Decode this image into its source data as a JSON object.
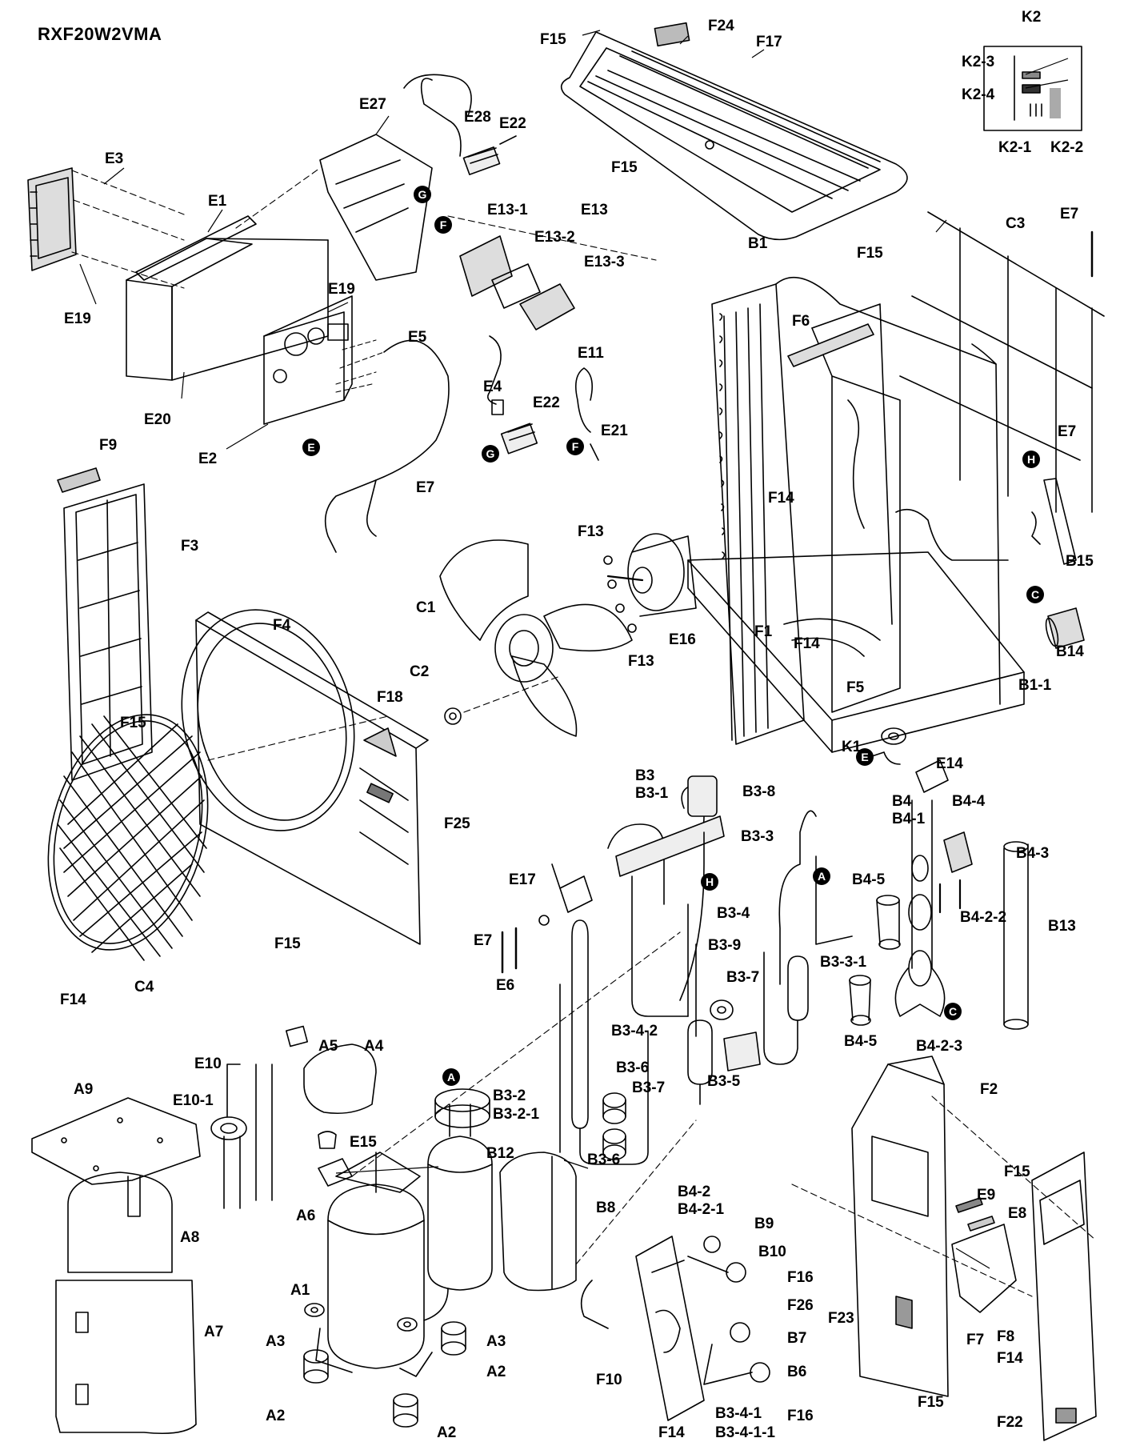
{
  "model": "RXF20W2VMA",
  "labels": {
    "F15a": "F15",
    "F24": "F24",
    "F17": "F17",
    "K2": "K2",
    "K2_3": "K2-3",
    "K2_4": "K2-4",
    "K2_1": "K2-1",
    "K2_2": "K2-2",
    "E27": "E27",
    "E28": "E28",
    "E22a": "E22",
    "E3": "E3",
    "E1": "E1",
    "E13": "E13",
    "E13_1": "E13-1",
    "E13_2": "E13-2",
    "E13_3": "E13-3",
    "E19a": "E19",
    "E19b": "E19",
    "E5": "E5",
    "E20": "E20",
    "E2": "E2",
    "E11": "E11",
    "E4": "E4",
    "E22b": "E22",
    "E21": "E21",
    "E7a": "E7",
    "F15b": "F15",
    "F15c": "F15",
    "B1": "B1",
    "C3": "C3",
    "E7b": "E7",
    "F6": "F6",
    "E7c": "E7",
    "F14a": "F14",
    "B15": "B15",
    "F9": "F9",
    "F3": "F3",
    "F13a": "F13",
    "C1": "C1",
    "E16": "E16",
    "F13b": "F13",
    "F1": "F1",
    "F14b": "F14",
    "F5": "F5",
    "B14": "B14",
    "B1_1": "B1-1",
    "K1": "K1",
    "F4": "F4",
    "F18": "F18",
    "F15d": "F15",
    "C2": "C2",
    "F25": "F25",
    "F15e": "F15",
    "F14c": "F14",
    "C4": "C4",
    "E14": "E14",
    "B3": "B3",
    "B3_1": "B3-1",
    "B3_8": "B3-8",
    "B4": "B4",
    "B4_1": "B4-1",
    "B4_4": "B4-4",
    "B3_3": "B3-3",
    "B4_3": "B4-3",
    "E17": "E17",
    "B4_5a": "B4-5",
    "B4_2_2": "B4-2-2",
    "B13": "B13",
    "B3_4": "B3-4",
    "E7d": "E7",
    "B3_9": "B3-9",
    "E6": "E6",
    "B3_3_1": "B3-3-1",
    "B3_7a": "B3-7",
    "B4_5b": "B4-5",
    "B4_2_3": "B4-2-3",
    "B3_4_2": "B3-4-2",
    "B3_5": "B3-5",
    "E10": "E10",
    "E10_1": "E10-1",
    "A5": "A5",
    "A4": "A4",
    "A9": "A9",
    "B3_6a": "B3-6",
    "B3_7b": "B3-7",
    "B3_2": "B3-2",
    "B3_2_1": "B3-2-1",
    "B12": "B12",
    "B3_6b": "B3-6",
    "E15": "E15",
    "F2": "F2",
    "F15f": "F15",
    "E9": "E9",
    "E8": "E8",
    "A6": "A6",
    "A8": "A8",
    "B8": "B8",
    "B4_2": "B4-2",
    "B4_2_1": "B4-2-1",
    "B9": "B9",
    "B10": "B10",
    "F16a": "F16",
    "A1": "A1",
    "F26": "F26",
    "F23": "F23",
    "F7": "F7",
    "F8": "F8",
    "A7": "A7",
    "A3a": "A3",
    "A3b": "A3",
    "B7": "B7",
    "F14d": "F14",
    "F10": "F10",
    "B6": "B6",
    "A2a": "A2",
    "F15g": "F15",
    "A2b": "A2",
    "F16b": "F16",
    "B3_4_1": "B3-4-1",
    "B3_4_1_1": "B3-4-1-1",
    "F14e": "F14",
    "A2c": "A2",
    "F22": "F22"
  },
  "markers": {
    "G1": "G",
    "F1m": "F",
    "E1m": "E",
    "G2": "G",
    "F2m": "F",
    "H1": "H",
    "C1m": "C",
    "E2m": "E",
    "A1m": "A",
    "H2": "H",
    "C2m": "C",
    "A2m": "A"
  }
}
